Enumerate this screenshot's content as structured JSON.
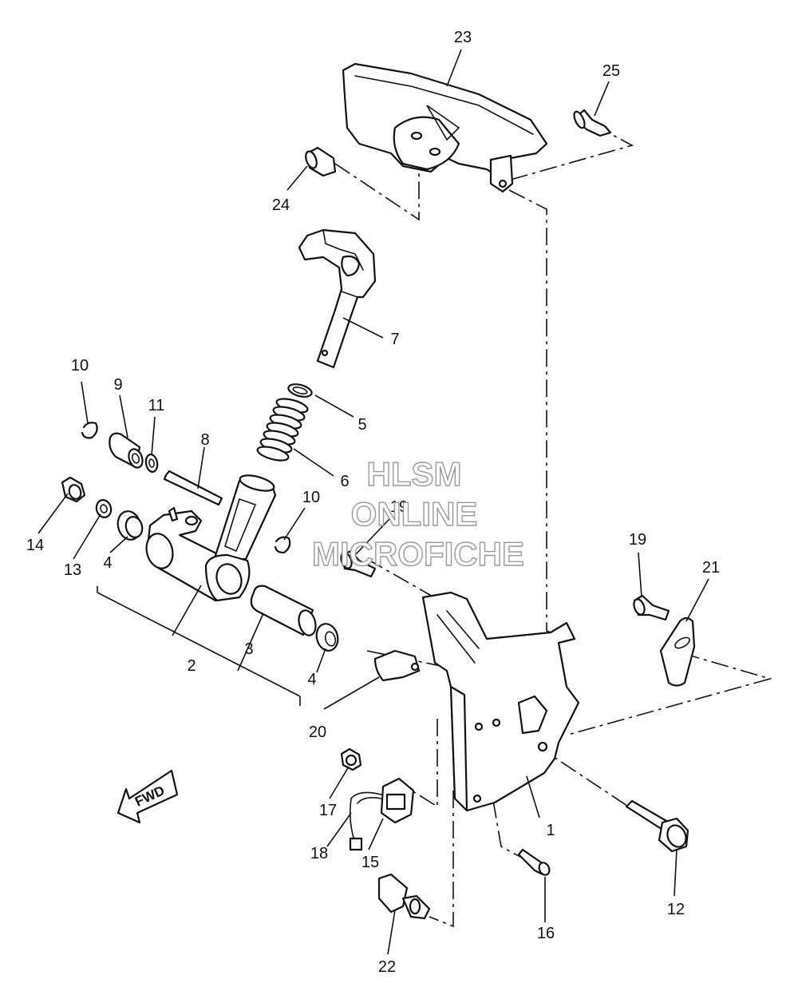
{
  "diagram": {
    "callouts": {
      "c23": "23",
      "c25": "25",
      "c24": "24",
      "c7": "7",
      "c10a": "10",
      "c9": "9",
      "c11": "11",
      "c8": "8",
      "c5": "5",
      "c6": "6",
      "c14": "14",
      "c13": "13",
      "c4a": "4",
      "c10b": "10",
      "c19a": "19",
      "c19b": "19",
      "c21": "21",
      "c2": "2",
      "c3": "3",
      "c4b": "4",
      "c20": "20",
      "c17": "17",
      "c18": "18",
      "c15": "15",
      "c1": "1",
      "c16": "16",
      "c12": "12",
      "c22": "22"
    },
    "fwd_label": "FWD"
  },
  "watermark": {
    "line1": "HLSM",
    "line2": "ONLINE",
    "line3": "MICROFICHE"
  }
}
